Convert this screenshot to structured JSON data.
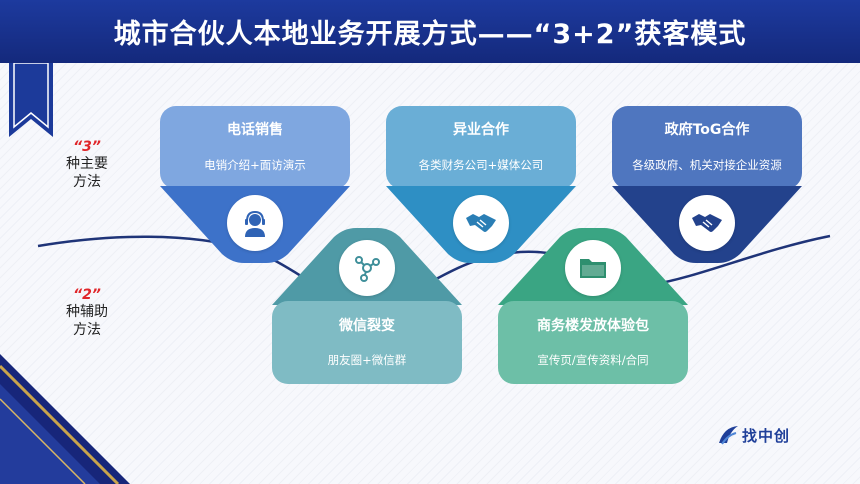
{
  "header": {
    "title": "城市合伙人本地业务开展方式——“3+2”获客模式"
  },
  "side": {
    "main": {
      "num": "“3”",
      "line1": "种主要",
      "line2": "方法"
    },
    "aux": {
      "num": "“2”",
      "line1": "种辅助",
      "line2": "方法"
    }
  },
  "cards": [
    {
      "title": "电话销售",
      "subtitle": "电销介绍+面访演示",
      "icon": "customer-service-headset-icon",
      "color": "#7fa7e0"
    },
    {
      "title": "异业合作",
      "subtitle": "各类财务公司+媒体公司",
      "icon": "handshake-icon",
      "color": "#6aaed6"
    },
    {
      "title": "政府ToG合作",
      "subtitle": "各级政府、机关对接企业资源",
      "icon": "handshake-icon",
      "color": "#4f76bf"
    },
    {
      "title": "微信裂变",
      "subtitle": "朋友圈+微信群",
      "icon": "share-network-icon",
      "color": "#7fbbc4"
    },
    {
      "title": "商务楼发放体验包",
      "subtitle": "宣传页/宣传资料/合同",
      "icon": "folder-icon",
      "color": "#6dbfa7"
    }
  ],
  "logo": {
    "text": "找中创"
  }
}
